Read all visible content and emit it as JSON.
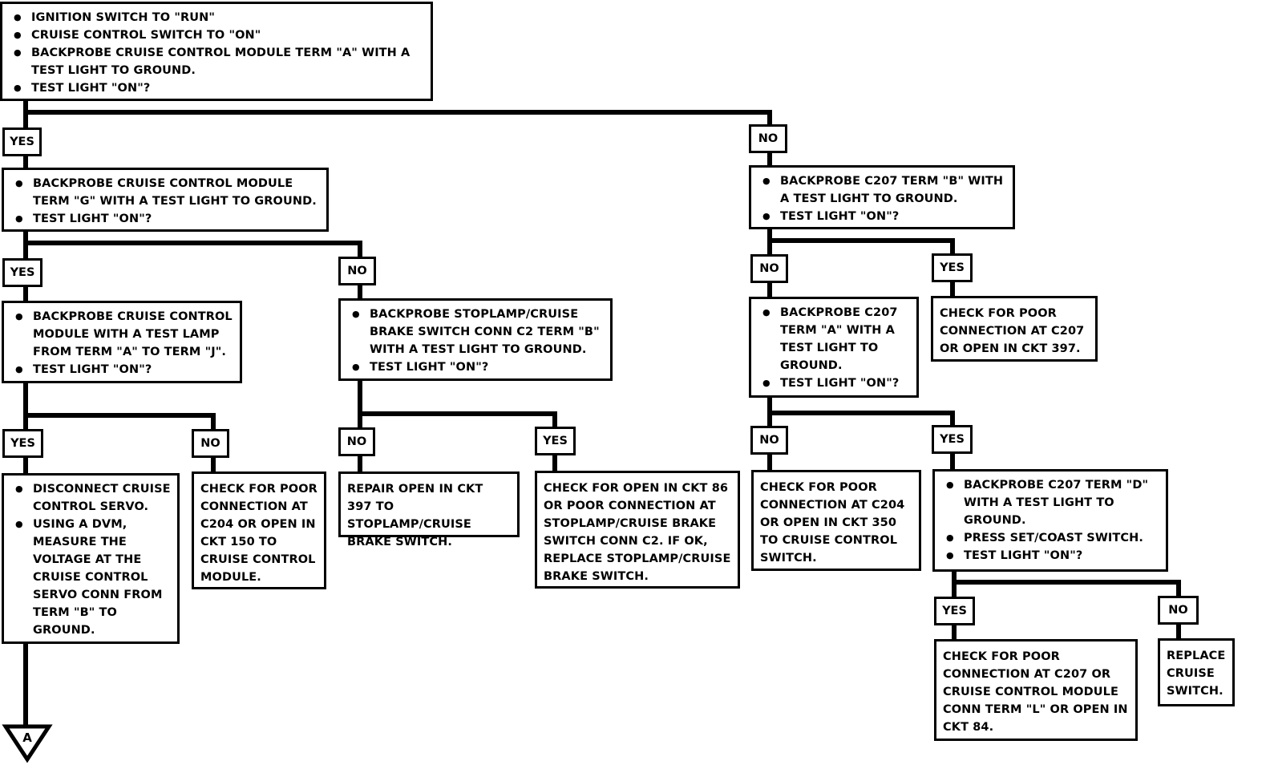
{
  "boxes": {
    "b1": [
      "IGNITION SWITCH TO \"RUN\"",
      "CRUISE CONTROL SWITCH TO \"ON\"",
      "BACKPROBE CRUISE CONTROL MODULE TERM \"A\" WITH A TEST LIGHT TO GROUND.",
      "TEST LIGHT \"ON\"?"
    ],
    "b2": [
      "BACKPROBE CRUISE CONTROL MODULE TERM \"G\" WITH A TEST LIGHT TO GROUND.",
      "TEST LIGHT \"ON\"?"
    ],
    "b3": [
      "BACKPROBE C207 TERM \"B\" WITH A TEST LIGHT TO GROUND.",
      "TEST LIGHT \"ON\"?"
    ],
    "b4": [
      "BACKPROBE CRUISE CONTROL MODULE WITH A TEST LAMP FROM TERM \"A\" TO TERM \"J\".",
      "TEST LIGHT \"ON\"?"
    ],
    "b5": [
      "BACKPROBE STOPLAMP/CRUISE BRAKE SWITCH CONN C2 TERM \"B\" WITH A TEST LIGHT TO GROUND.",
      "TEST LIGHT \"ON\"?"
    ],
    "b6": [
      "BACKPROBE C207 TERM \"A\" WITH A TEST LIGHT TO GROUND.",
      "TEST LIGHT \"ON\"?"
    ],
    "b7": "CHECK FOR POOR CONNECTION AT C207 OR OPEN IN CKT 397.",
    "b8": [
      "DISCONNECT CRUISE CONTROL SERVO.",
      "USING A DVM, MEASURE THE VOLTAGE AT THE CRUISE CONTROL SERVO CONN FROM TERM \"B\" TO GROUND."
    ],
    "b9": "CHECK FOR POOR CONNECTION AT C204 OR OPEN IN CKT 150 TO CRUISE CONTROL MODULE.",
    "b10": "REPAIR OPEN IN CKT 397 TO STOPLAMP/CRUISE BRAKE SWITCH.",
    "b11": "CHECK FOR OPEN IN CKT 86 OR POOR CONNECTION AT STOPLAMP/CRUISE BRAKE SWITCH CONN C2. IF OK, REPLACE STOPLAMP/CRUISE BRAKE SWITCH.",
    "b12": "CHECK FOR POOR CONNECTION AT C204 OR OPEN IN CKT 350 TO CRUISE CONTROL SWITCH.",
    "b13": [
      "BACKPROBE C207 TERM \"D\" WITH A TEST LIGHT TO GROUND.",
      "PRESS SET/COAST SWITCH.",
      "TEST LIGHT \"ON\"?"
    ],
    "b14": "CHECK FOR POOR CONNECTION AT C207 OR CRUISE CONTROL MODULE CONN TERM \"L\" OR OPEN IN CKT 84.",
    "b15": "REPLACE CRUISE SWITCH."
  },
  "labels": {
    "yes": "YES",
    "no": "NO"
  },
  "connector": "A"
}
